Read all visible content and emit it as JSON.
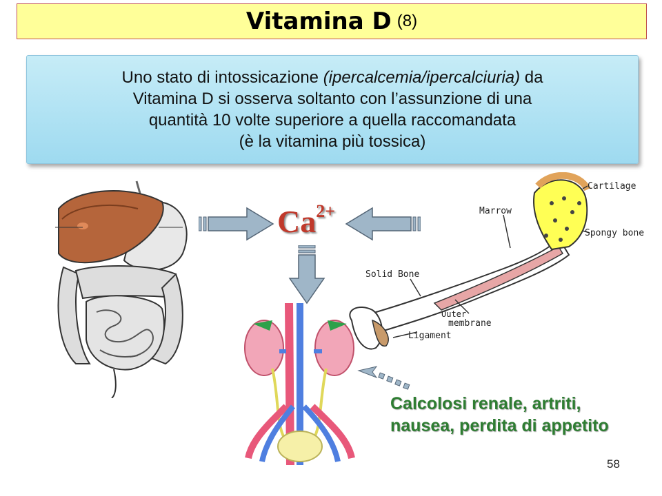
{
  "header": {
    "title": "Vitamina D",
    "subtitle": "(8)"
  },
  "info": {
    "line1_pre": "Uno stato di intossicazione ",
    "line1_italic": "(ipercalcemia/ipercalciuria)",
    "line1_post": " da",
    "line2": "Vitamina D si osserva soltanto con l’assunzione di una",
    "line3": "quantità 10 volte superiore a quella raccomandata",
    "line4": "(è la vitamina più tossica)"
  },
  "center": {
    "ion": "Ca",
    "charge": "2+"
  },
  "bone_labels": {
    "cartilage": "Cartilage",
    "marrow": "Marrow",
    "spongy": "Spongy bone",
    "solid": "Solid Bone",
    "outer": "Outer",
    "membrane": "membrane",
    "ligament": "Ligament"
  },
  "effects": {
    "line1": "Calcolosi renale, artriti,",
    "line2": "nausea, perdita di appetito"
  },
  "footer": {
    "page_number": "58"
  },
  "colors": {
    "title_bg": "#ffff99",
    "title_border": "#c0504d",
    "info_bg": "#b3e3f4",
    "ca_color": "#c0392b",
    "effects_color": "#2e7d32",
    "arrow_fill": "#9fb6c8"
  }
}
